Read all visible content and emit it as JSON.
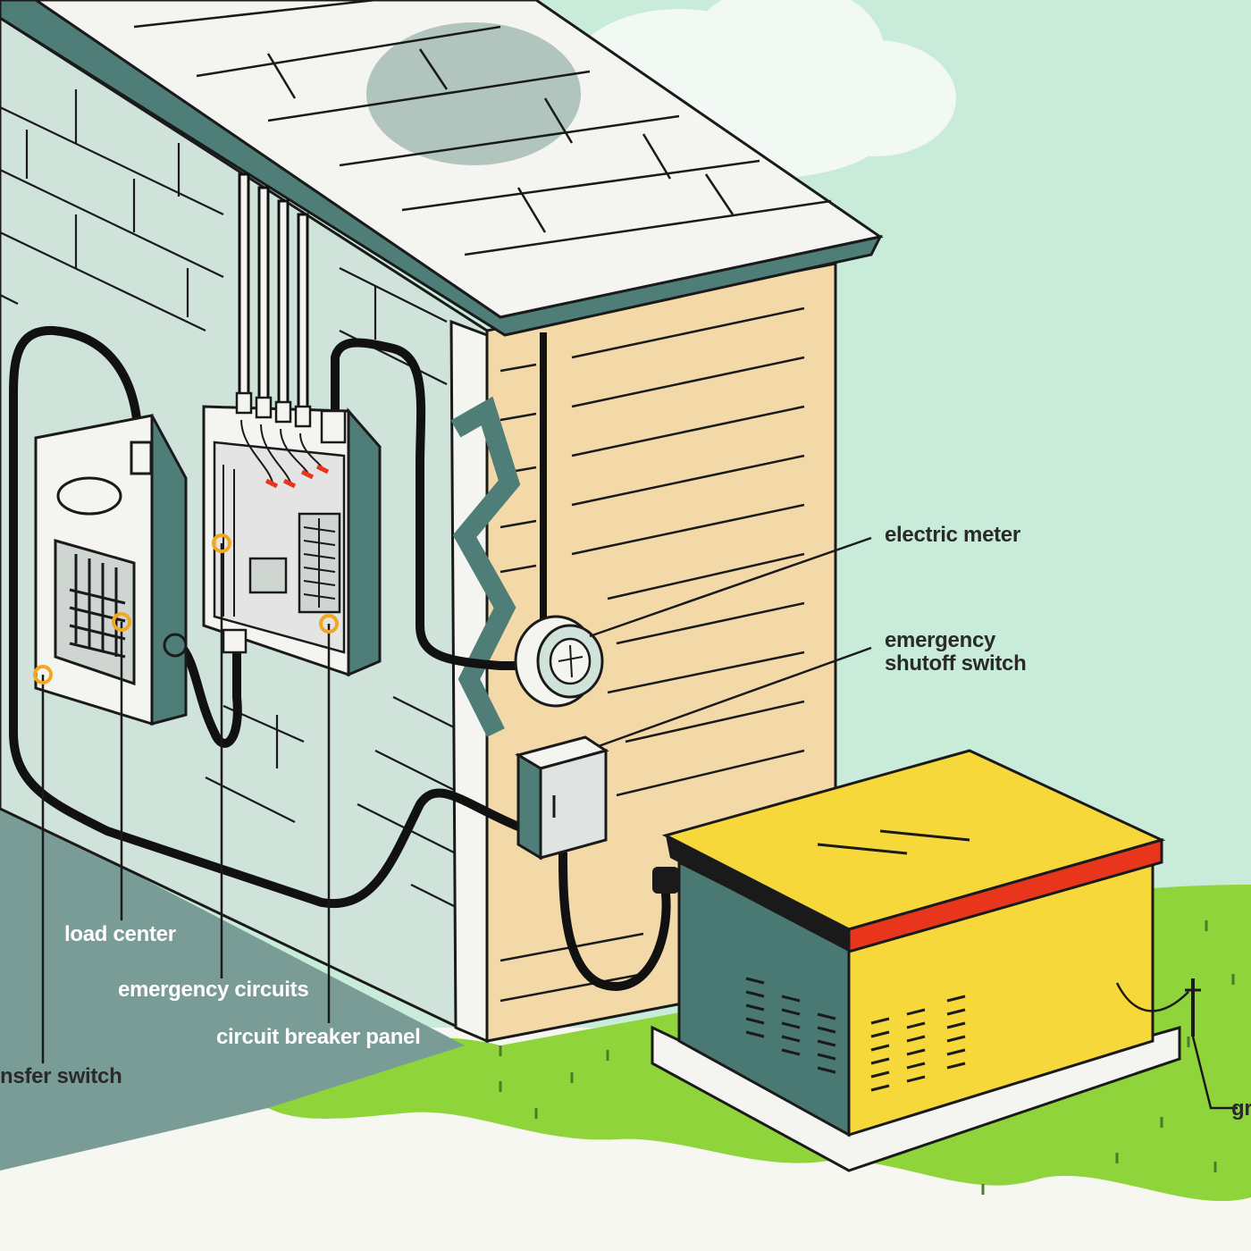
{
  "labels": {
    "electric_meter": "electric meter",
    "emergency_shutoff_switch_line1": "emergency",
    "emergency_shutoff_switch_line2": "shutoff switch",
    "load_center": "load center",
    "emergency_circuits": "emergency circuits",
    "circuit_breaker_panel": "circuit breaker  panel",
    "transfer_switch": "nsfer switch",
    "generator_ground": "gr"
  },
  "colors": {
    "sky": "#c8ecd9",
    "wall": "#cfe3da",
    "siding": "#f3d9a8",
    "roof": "#f4f5f0",
    "roof_edge": "#4f7d78",
    "ground_shadow": "#7a9c96",
    "grass": "#8fd43a",
    "generator_top": "#f7d83a",
    "generator_stripe": "#e8361c",
    "generator_side": "#4a7873",
    "marker": "#f2a81d",
    "wire": "#111111"
  }
}
